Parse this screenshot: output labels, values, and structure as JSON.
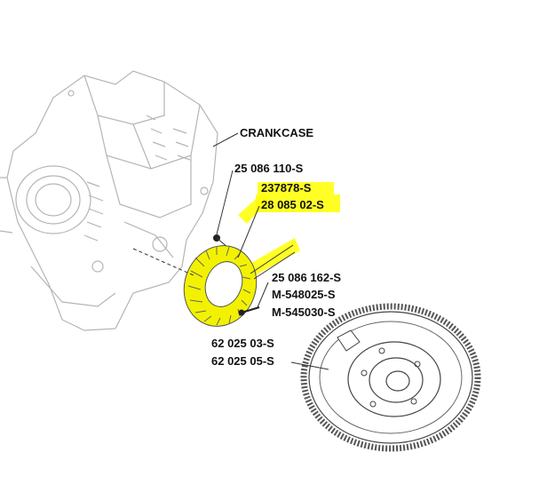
{
  "labels": {
    "crankcase": "CRANKCASE",
    "part_screw_top": "25 086 110-S",
    "part_237878": "237878-S",
    "part_stator": "28 085 02-S",
    "part_screw_bottom": "25 086 162-S",
    "part_m548025": "M-548025-S",
    "part_m545030": "M-545030-S",
    "part_flywheel_03": "62 025 03-S",
    "part_flywheel_05": "62 025 05-S"
  },
  "colors": {
    "highlight": "#ffff00",
    "engine_line": "#b5b5b5",
    "leader_line": "#333333",
    "stator": "#f2f200",
    "flywheel": "#555555"
  }
}
